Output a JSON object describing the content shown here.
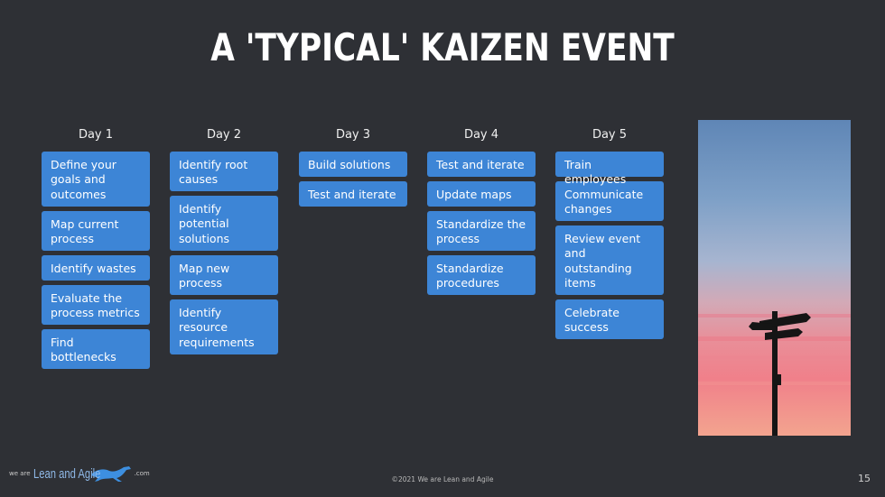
{
  "title": "A 'TYPICAL' KAIZEN EVENT",
  "colors": {
    "background": "#2e3035",
    "card": "#3d85d6",
    "text": "#ffffff"
  },
  "days": [
    {
      "label": "Day 1",
      "items": [
        "Define your goals and outcomes",
        "Map current process",
        "Identify wastes",
        "Evaluate the process metrics",
        "Find bottlenecks"
      ]
    },
    {
      "label": "Day 2",
      "items": [
        "Identify root causes",
        "Identify potential solutions",
        "Map new process",
        "Identify resource requirements"
      ]
    },
    {
      "label": "Day 3",
      "items": [
        "Build solutions",
        "Test and iterate"
      ]
    },
    {
      "label": "Day 4",
      "items": [
        "Test and iterate",
        "Update maps",
        "Standardize the process",
        "Standardize procedures"
      ]
    },
    {
      "label": "Day 5",
      "items": [
        "Train employees",
        "Communicate changes",
        "Review event and outstanding items",
        "Celebrate success"
      ]
    }
  ],
  "footer": {
    "logo_prefix": "we are",
    "logo_name": "Lean and Agile",
    "logo_suffix": ".com",
    "copyright": "©2021 We are Lean and Agile",
    "page_number": "15"
  },
  "image": {
    "subject": "signpost-at-sunset"
  }
}
